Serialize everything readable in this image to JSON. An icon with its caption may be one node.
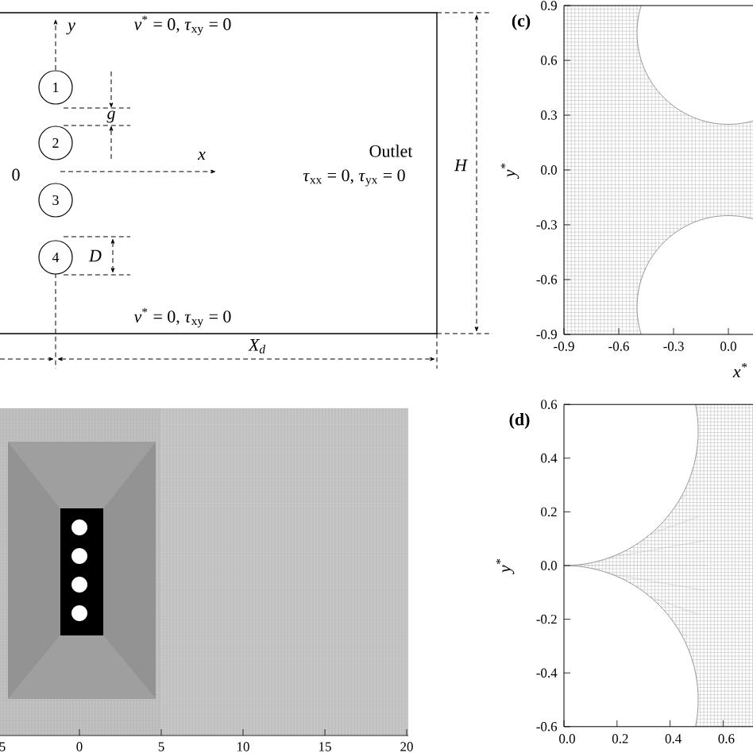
{
  "diagram": {
    "nodes": [
      {
        "text": [
          "1"
        ]
      },
      {
        "text": [
          "2"
        ]
      },
      {
        "text": [
          "3"
        ]
      },
      {
        "text": [
          "4"
        ]
      }
    ],
    "labels": [
      "y",
      "*v*$^{*}$ = 0, *τ*$_{xy}$ = 0",
      "g",
      "x",
      "0",
      "Outlet",
      "*τ*$_{xx}$ = 0, *τ*$_{yx}$ = 0",
      "H",
      "D",
      "*v*$^{*}$ = 0, *τ*$_{xy}$ = 0",
      "X$_{d}$",
      "(c)",
      "0.9",
      "0.6",
      "0.3",
      "0.0",
      "-0.3",
      "-0.6",
      "-0.9",
      "y$^{*}$",
      "-0.9",
      "-0.6",
      "-0.3",
      "0.0",
      "x$^{*}$",
      "5",
      "0",
      "5",
      "10",
      "15",
      "20",
      "(d)",
      "0.6",
      "0.4",
      "0.2",
      "0.0",
      "-0.2",
      "-0.4",
      "-0.6",
      "y$^{*}$",
      "0.0",
      "0.2",
      "0.4",
      "0.6"
    ]
  }
}
